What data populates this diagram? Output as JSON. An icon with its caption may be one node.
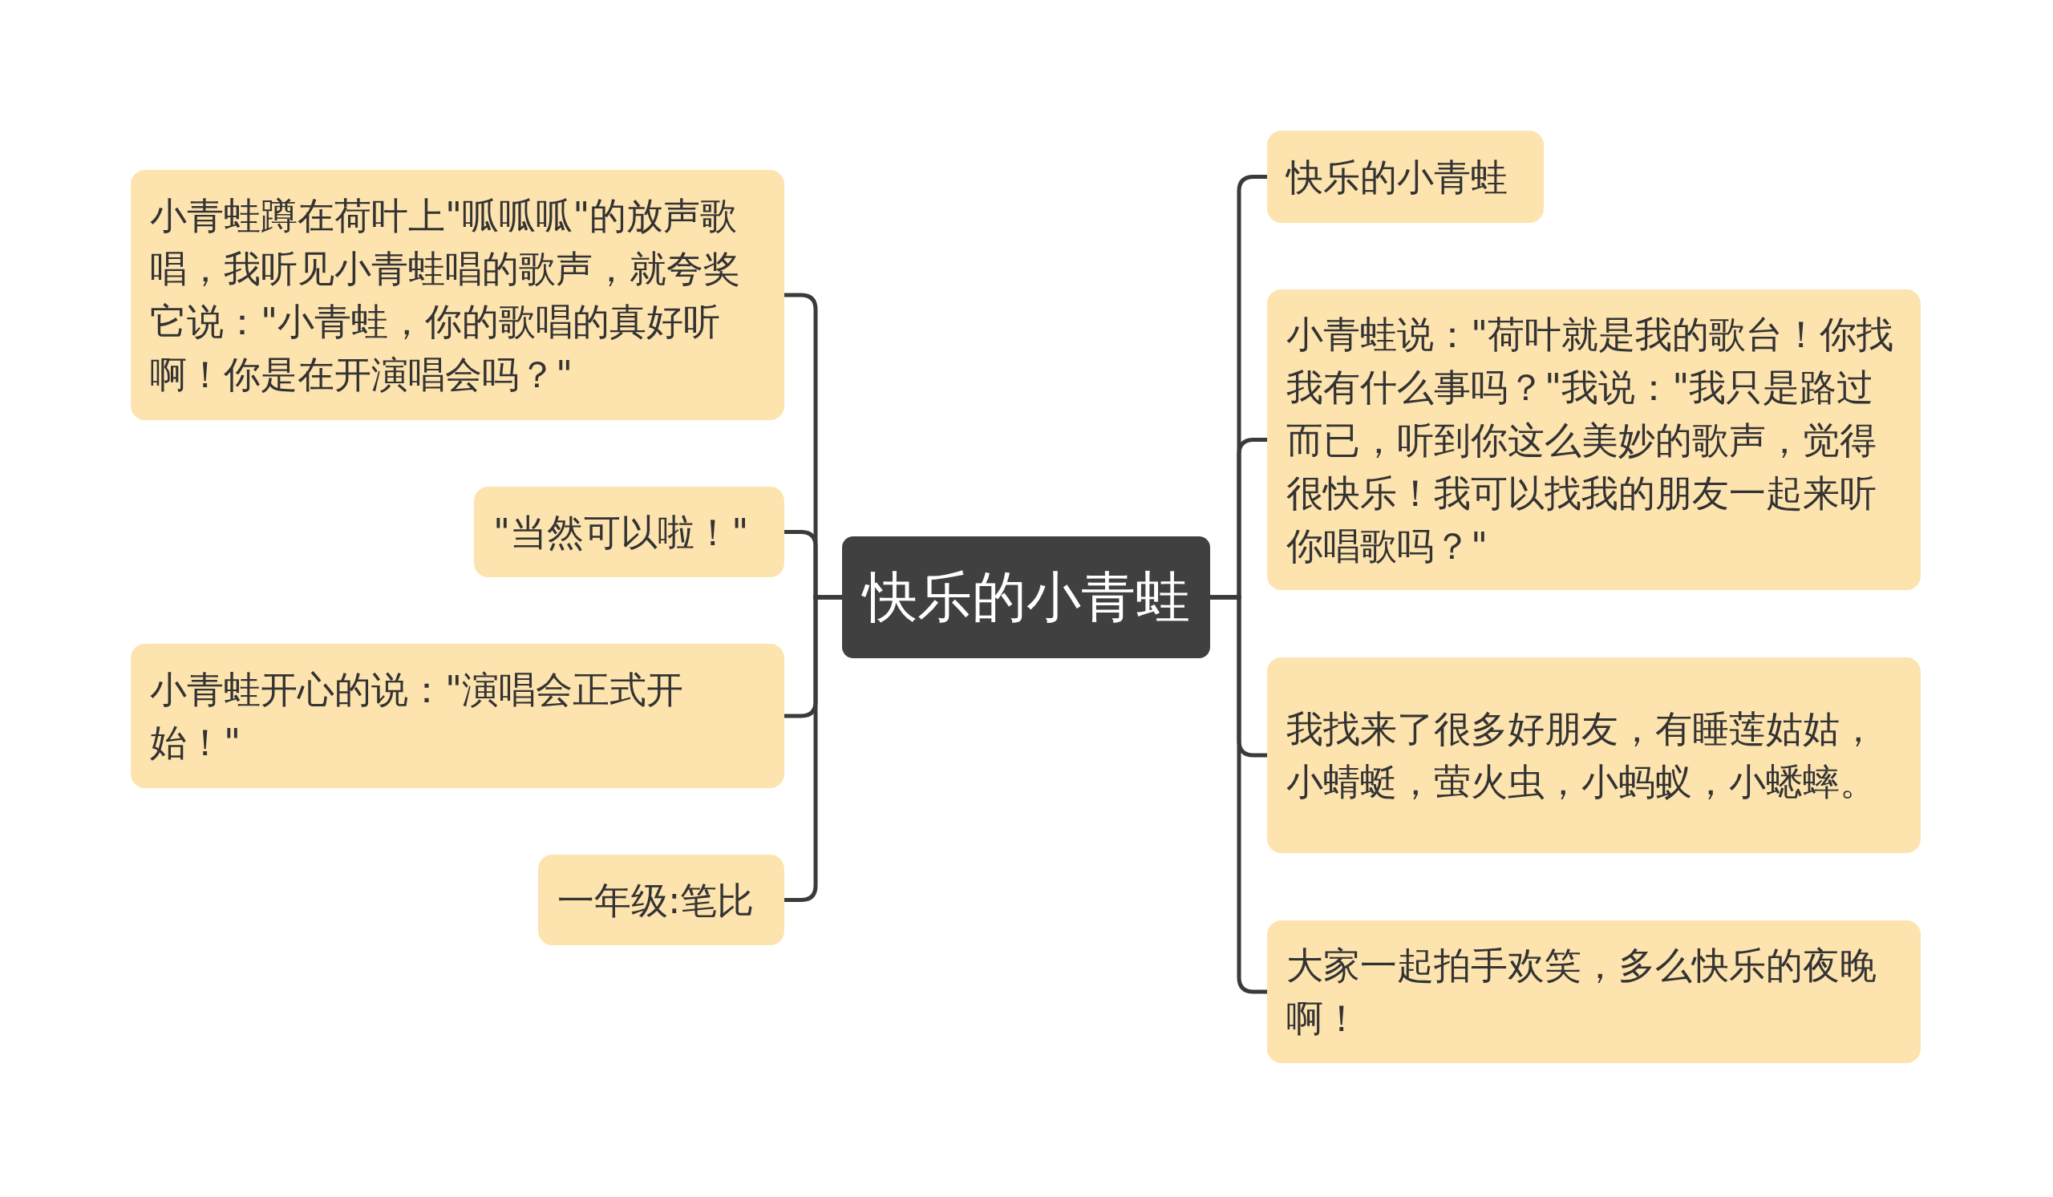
{
  "diagram": {
    "nodes": [
      {
        "text": [
          "快乐的小青蛙"
        ]
      },
      {
        "text": [
          "小青蛙蹲在荷叶上\"呱呱呱\"的放声歌唱，我听见小青蛙唱的歌声，就夸奖它说：\"小青蛙，你的歌唱的真好听啊！你是在开演唱会吗？\""
        ]
      },
      {
        "text": [
          "\"当然可以啦！\""
        ]
      },
      {
        "text": [
          "小青蛙开心的说：\"演唱会正式开始！\""
        ]
      },
      {
        "text": [
          "一年级:笔比"
        ]
      },
      {
        "text": [
          "快乐的小青蛙"
        ]
      },
      {
        "text": [
          "小青蛙说：\"荷叶就是我的歌台！你找我有什么事吗？\"我说：\"我只是路过而已，听到你这么美妙的歌声，觉得很快乐！我可以找我的朋友一起来听你唱歌吗？\""
        ]
      },
      {
        "text": [
          "我找来了很多好朋友，有睡莲姑姑，小蜻蜓，萤火虫，小蚂蚁，小蟋蟀。"
        ]
      },
      {
        "text": [
          "大家一起拍手欢笑，多么快乐的夜晚啊！"
        ]
      }
    ],
    "edges": [
      {
        "from": 0,
        "to": 1,
        "arrow": "none"
      },
      {
        "from": 0,
        "to": 2,
        "arrow": "none"
      },
      {
        "from": 0,
        "to": 3,
        "arrow": "none"
      },
      {
        "from": 0,
        "to": 4,
        "arrow": "none"
      },
      {
        "from": 0,
        "to": 5,
        "arrow": "none"
      },
      {
        "from": 0,
        "to": 6,
        "arrow": "none"
      },
      {
        "from": 0,
        "to": 7,
        "arrow": "none"
      },
      {
        "from": 0,
        "to": 8,
        "arrow": "none"
      }
    ]
  }
}
